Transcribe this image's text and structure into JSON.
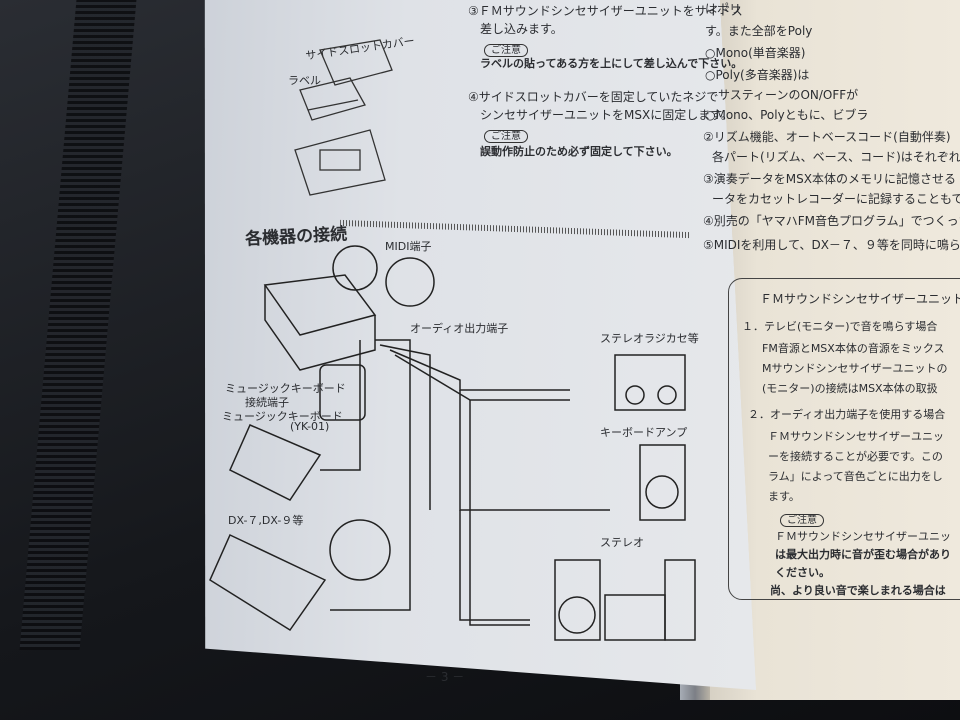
{
  "left_page": {
    "steps": [
      "③ＦＭサウンドシンセサイザーユニットをサイドス",
      "差し込みます。",
      "④サイドスロットカバーを固定していたネジで",
      "シンセサイザーユニットをMSXに固定します。"
    ],
    "notes": [
      {
        "tag": "ご注意",
        "text": "ラベルの貼ってある方を上にして差し込んで下さい。"
      },
      {
        "tag": "ご注意",
        "text": "誤動作防止のため必ず固定して下さい。"
      }
    ],
    "sidebar_labels": [
      "サイドスロットカバー",
      "ラベル"
    ],
    "section_title": "各機器の接続",
    "diagram": {
      "labels": {
        "midi": "MIDI端子",
        "audio_out": "オーディオ出力端子",
        "keyboard_port": "ミュージックキーボード\n接続端子",
        "keyboard_port_l1": "ミュージックキーボード",
        "keyboard_port_l2": "接続端子",
        "keyboard": "ミュージックキーボード",
        "keyboard_model": "(YK-01)",
        "dx": "DX-７,DX-９等",
        "radio": "ステレオラジカセ等",
        "amp": "キーボードアンプ",
        "stereo": "ステレオ"
      }
    },
    "page_number": "－ 3 －"
  },
  "right_page": {
    "lines": [
      "はポリ",
      "す。また全部をPoly",
      "○Mono(単音楽器)",
      "○Poly(多音楽器)は",
      "サスティーンのON/OFFが",
      "○Mono、Polyともに、ビブラ",
      "②リズム機能、オートベースコード(自動伴奏)",
      "各パート(リズム、ベース、コード)はそれぞれ",
      "③演奏データをMSX本体のメモリに記憶させる",
      "ータをカセットレコーダーに記録することもで",
      "④別売の「ヤマハFM音色プログラム」でつくった",
      "⑤MIDIを利用して、DX－７、９等を同時に鳴ら"
    ],
    "box": {
      "title": "ＦＭサウンドシンセサイザーユニットの",
      "items": [
        "１．テレビ(モニター)で音を鳴らす場合",
        "FM音源とMSX本体の音源をミックス",
        "Mサウンドシンセサイザーユニットの",
        "(モニター)の接続はMSX本体の取扱",
        "２．オーディオ出力端子を使用する場合",
        "ＦＭサウンドシンセサイザーユニッ",
        "ーを接続することが必要です。この",
        "ラム」によって音色ごとに出力をし",
        "ます。"
      ],
      "note_tag": "ご注意",
      "note_lines": [
        "ＦＭサウンドシンセサイザーユニッ",
        "は最大出力時に音が歪む場合があり",
        "ください。",
        "尚、より良い音で楽しまれる場合は"
      ]
    }
  }
}
